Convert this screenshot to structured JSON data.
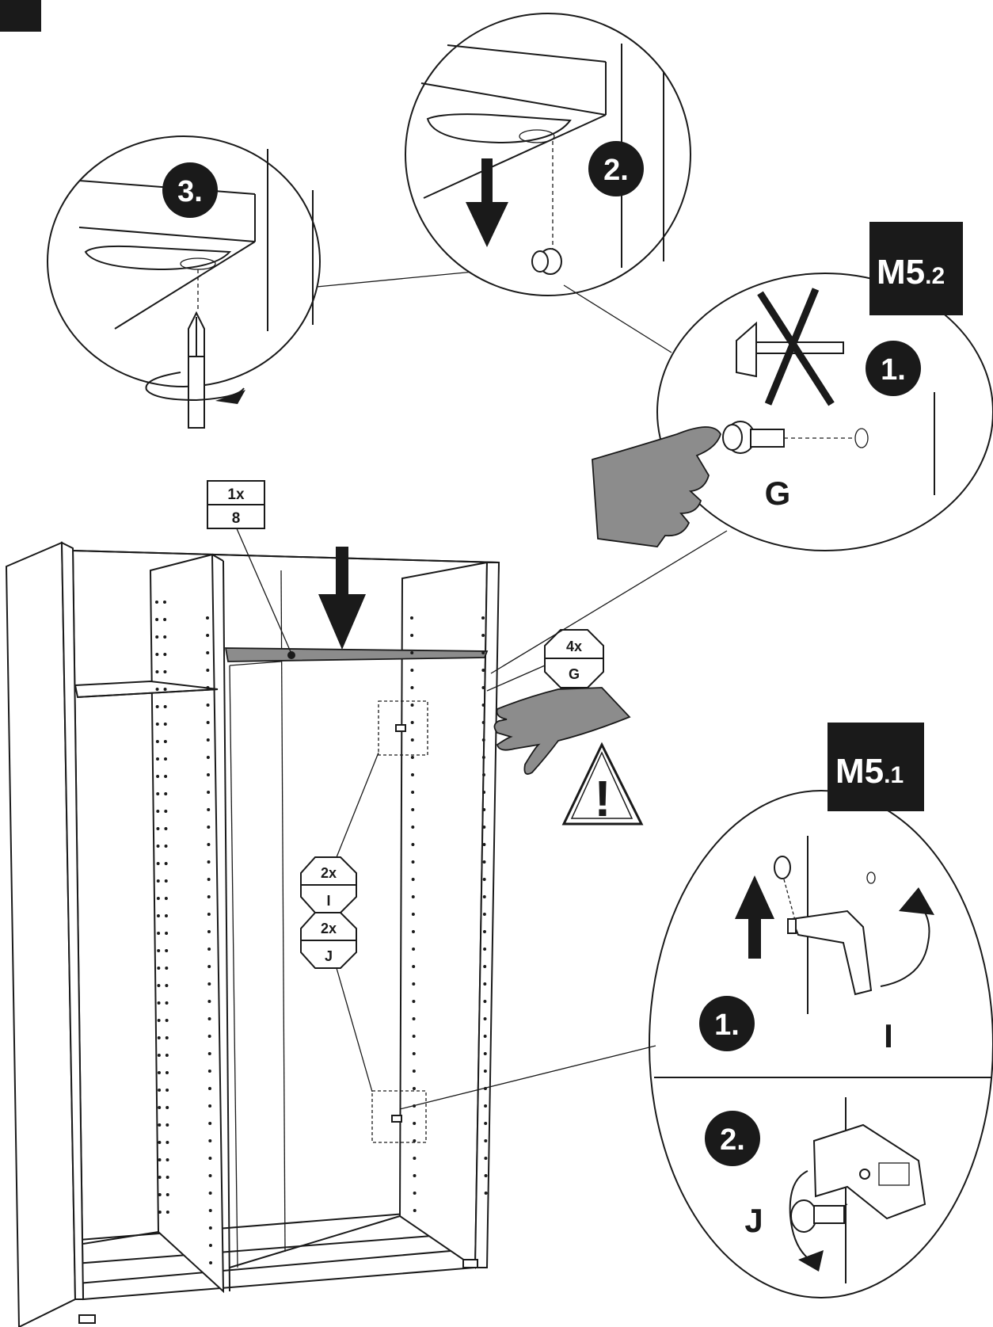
{
  "steps": {
    "step1": "1.",
    "step2": "2.",
    "step3": "3."
  },
  "modules": {
    "m52_main": "M5",
    "m52_sub": ".2",
    "m51_main": "M5",
    "m51_sub": ".1"
  },
  "parts": {
    "shelf_qty": "1x",
    "shelf_id": "8",
    "g_qty": "4x",
    "g_id": "G",
    "i_qty": "2x",
    "i_id": "I",
    "j_qty": "2x",
    "j_id": "J"
  },
  "hardware_labels": {
    "g": "G",
    "i": "I",
    "j": "J"
  },
  "warning": {
    "symbol": "!"
  },
  "colors": {
    "ink": "#1a1a1a",
    "hand_grey": "#8c8c8c",
    "panel": "#ffffff"
  }
}
